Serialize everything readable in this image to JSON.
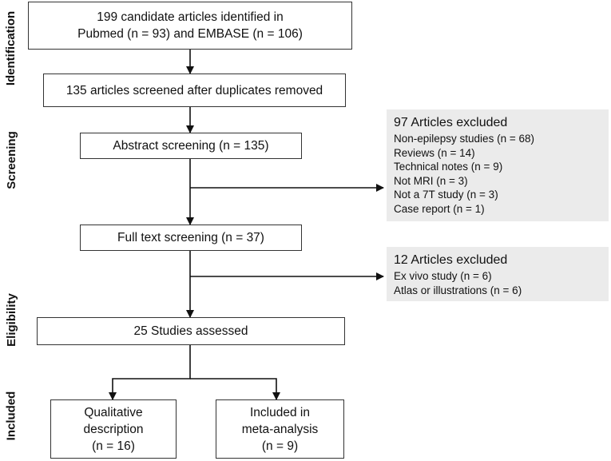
{
  "stages": {
    "identification": "Identification",
    "screening": "Screening",
    "eligibility": "Eligibility",
    "included": "Included"
  },
  "boxes": {
    "identified": [
      "199 candidate articles identified in",
      "Pubmed (n = 93) and EMBASE (n = 106)"
    ],
    "screened": "135 articles screened after duplicates removed",
    "abstract": "Abstract screening (n = 135)",
    "fulltext": "Full text screening (n = 37)",
    "assessed": "25 Studies assessed",
    "qualitative": [
      "Qualitative",
      "description",
      "(n = 16)"
    ],
    "meta": [
      "Included in",
      "meta-analysis",
      "(n = 9)"
    ]
  },
  "exclusions": {
    "abstract": {
      "heading": "97 Articles excluded",
      "items": [
        "Non-epilepsy studies (n = 68)",
        "Reviews (n = 14)",
        "Technical notes (n = 9)",
        "Not MRI (n = 3)",
        "Not a 7T study (n = 3)",
        "Case report (n = 1)"
      ]
    },
    "fulltext": {
      "heading": "12 Articles excluded",
      "items": [
        "Ex vivo study (n = 6)",
        "Atlas or illustrations (n = 6)"
      ]
    }
  }
}
